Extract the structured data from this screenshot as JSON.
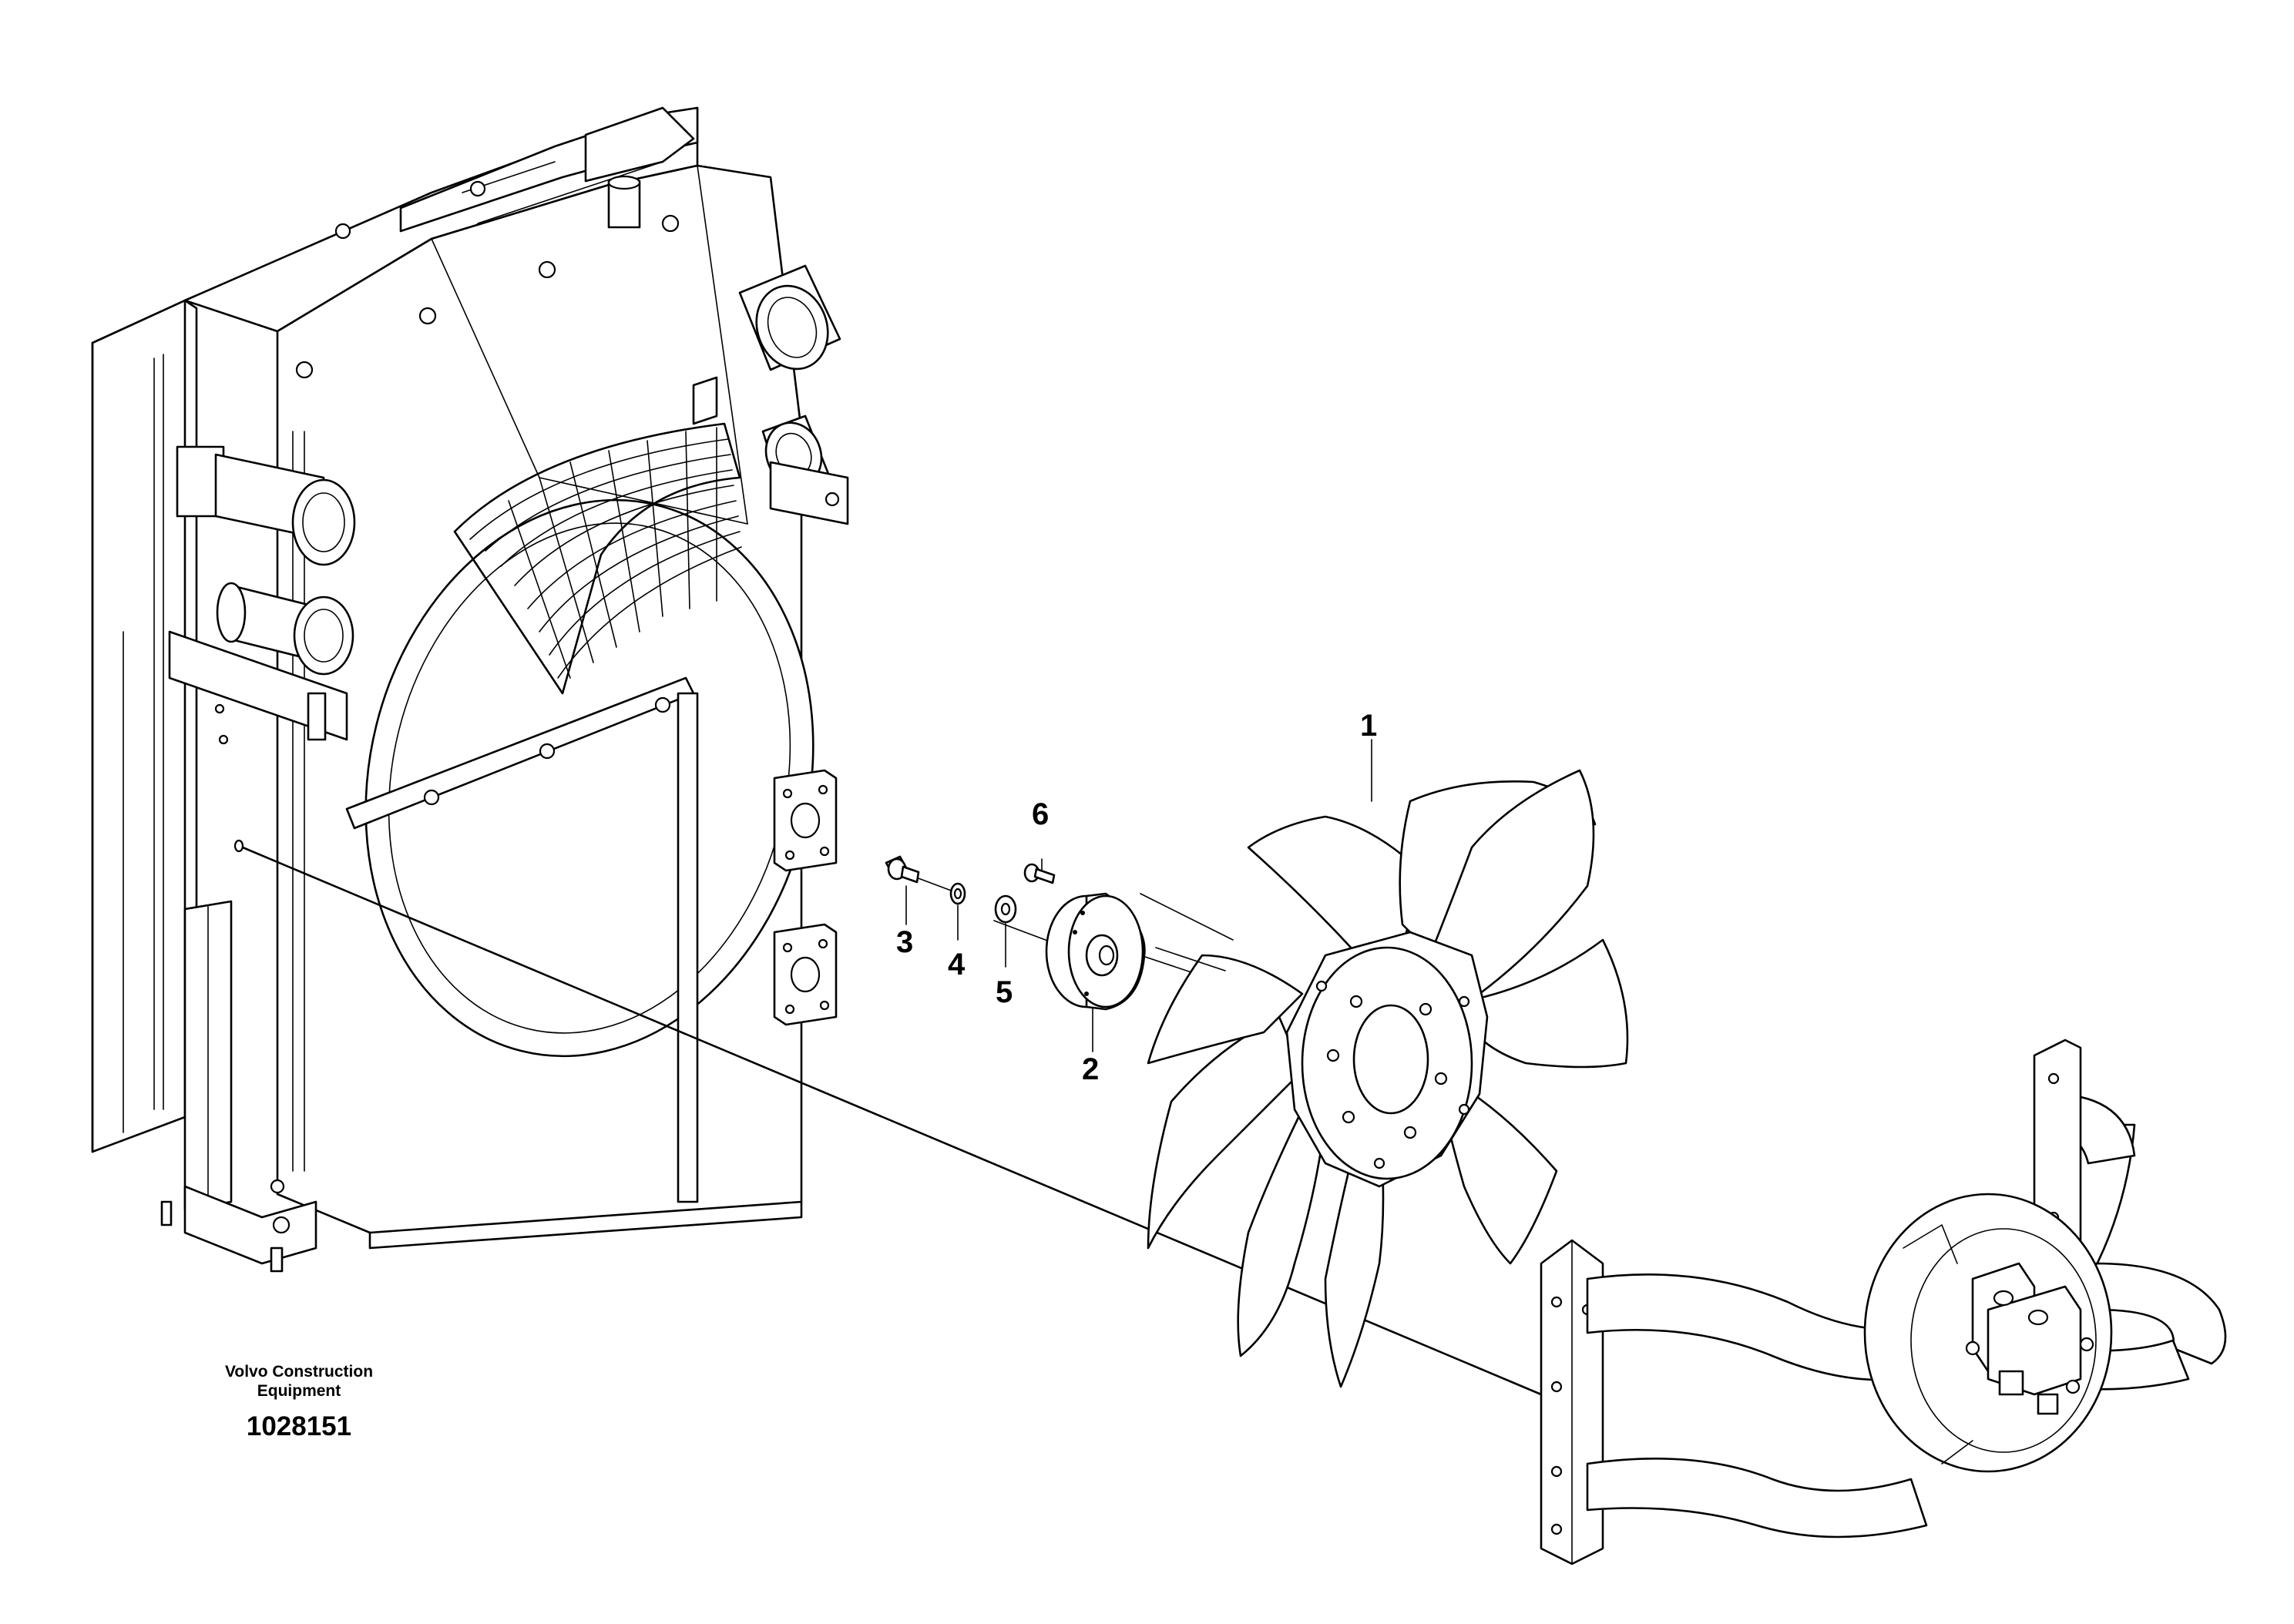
{
  "callouts": {
    "c1": "1",
    "c2": "2",
    "c3": "3",
    "c4": "4",
    "c5": "5",
    "c6": "6"
  },
  "brand": {
    "line1": "Volvo Construction",
    "line2": "Equipment",
    "drawing_number": "1028151"
  },
  "colors": {
    "ink": "#000000",
    "paper": "#ffffff"
  }
}
